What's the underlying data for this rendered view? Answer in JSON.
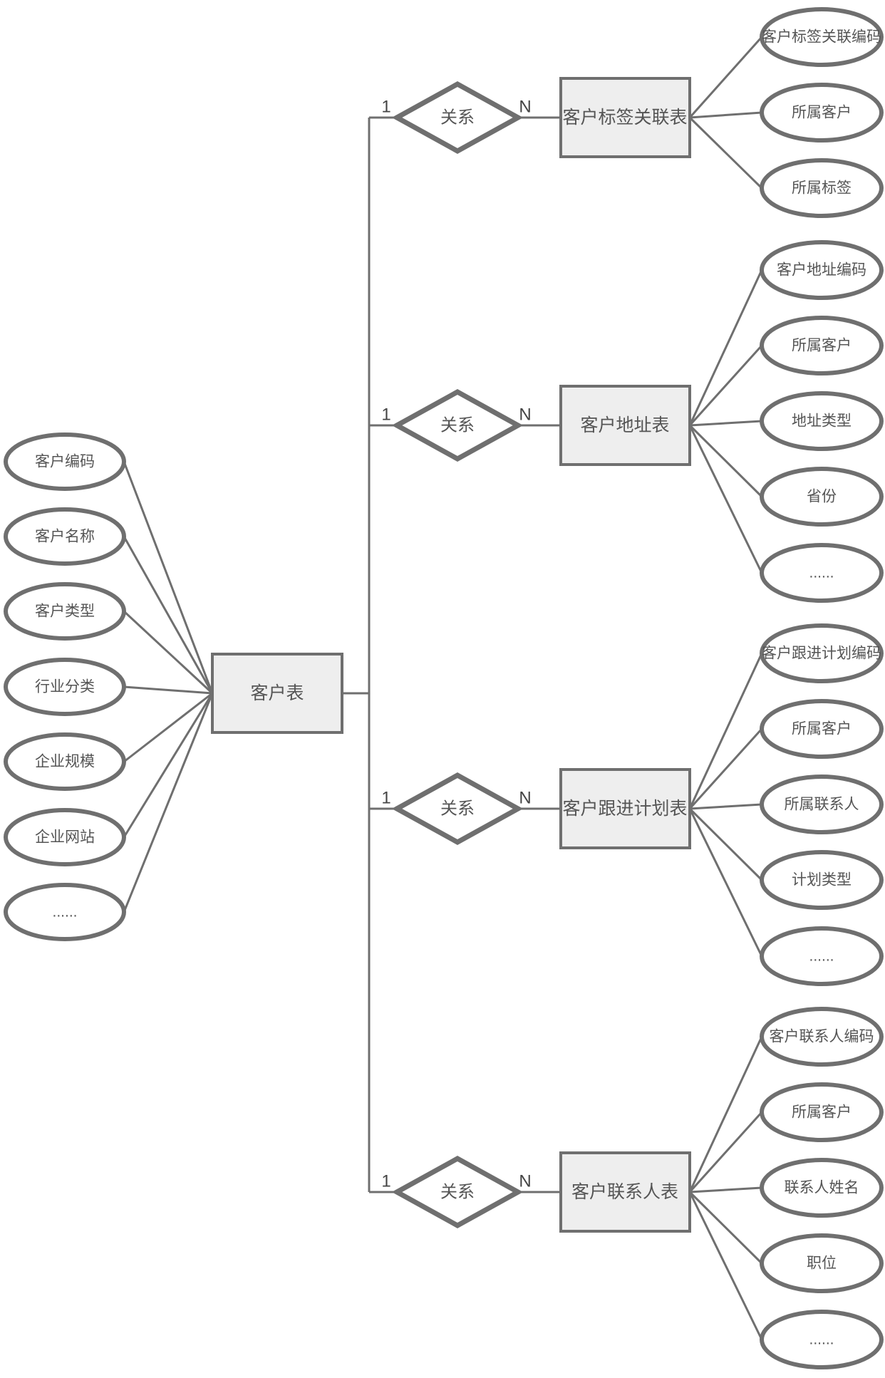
{
  "center_entity": {
    "name": "客户表",
    "attributes": [
      "客户编码",
      "客户名称",
      "客户类型",
      "行业分类",
      "企业规模",
      "企业网站",
      "......"
    ]
  },
  "relationships": [
    {
      "label": "关系",
      "card_left": "1",
      "card_right": "N",
      "entity": "客户标签关联表",
      "attributes": [
        "客户标签关联编码",
        "所属客户",
        "所属标签"
      ]
    },
    {
      "label": "关系",
      "card_left": "1",
      "card_right": "N",
      "entity": "客户地址表",
      "attributes": [
        "客户地址编码",
        "所属客户",
        "地址类型",
        "省份",
        "......"
      ]
    },
    {
      "label": "关系",
      "card_left": "1",
      "card_right": "N",
      "entity": "客户跟进计划表",
      "attributes": [
        "客户跟进计划编码",
        "所属客户",
        "所属联系人",
        "计划类型",
        "......"
      ]
    },
    {
      "label": "关系",
      "card_left": "1",
      "card_right": "N",
      "entity": "客户联系人表",
      "attributes": [
        "客户联系人编码",
        "所属客户",
        "联系人姓名",
        "职位",
        "......"
      ]
    }
  ],
  "colors": {
    "stroke": "#6f6f6f",
    "entity_fill": "#eeeeee",
    "text": "#555555"
  }
}
